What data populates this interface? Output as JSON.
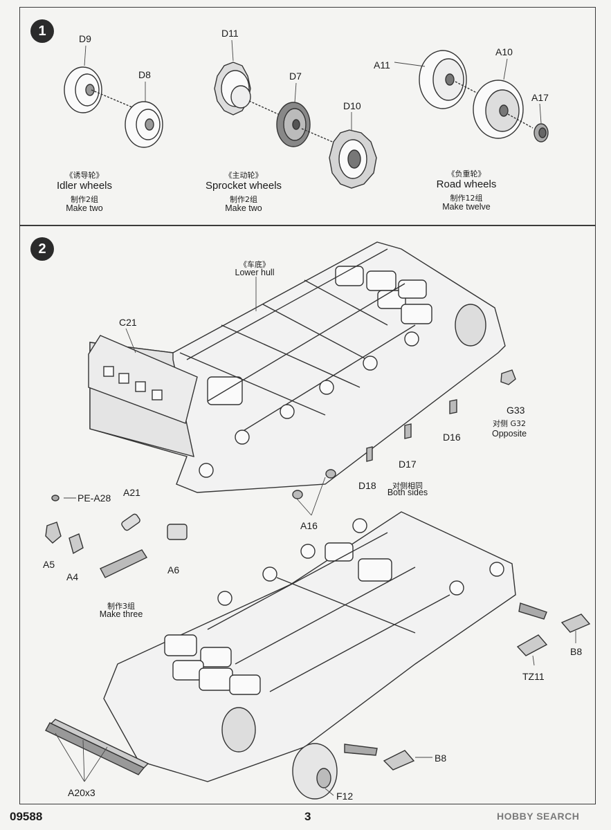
{
  "footer": {
    "code": "09588",
    "page": "3",
    "watermark": "HOBBY SEARCH"
  },
  "step1": {
    "number": "1",
    "idler": {
      "cn": "《诱导轮》",
      "en": "Idler wheels",
      "qty_cn": "制作2组",
      "qty_en": "Make two",
      "parts": [
        "D9",
        "D8"
      ]
    },
    "sprocket": {
      "cn": "《主动轮》",
      "en": "Sprocket wheels",
      "qty_cn": "制作2组",
      "qty_en": "Make two",
      "parts": [
        "D11",
        "D7",
        "D10"
      ]
    },
    "road": {
      "cn": "《负重轮》",
      "en": "Road wheels",
      "qty_cn": "制作12组",
      "qty_en": "Make twelve",
      "parts": [
        "A11",
        "A10",
        "A17"
      ]
    }
  },
  "step2": {
    "number": "2",
    "hull_cn": "《车底》",
    "hull_en": "Lower hull",
    "parts": {
      "c21": "C21",
      "g33": "G33",
      "g33_cn": "对侧 G32",
      "g33_en": "Opposite",
      "d16": "D16",
      "d17": "D17",
      "d18": "D18",
      "both_cn": "对侧相同",
      "both_en": "Both sides",
      "a16": "A16",
      "pe": "PE-A28",
      "a21": "A21",
      "a5": "A5",
      "a4": "A4",
      "a6": "A6",
      "three_cn": "制作3组",
      "three_en": "Make three",
      "b8a": "B8",
      "tz11": "TZ11",
      "b8b": "B8",
      "f12": "F12",
      "a20": "A20x3"
    }
  }
}
